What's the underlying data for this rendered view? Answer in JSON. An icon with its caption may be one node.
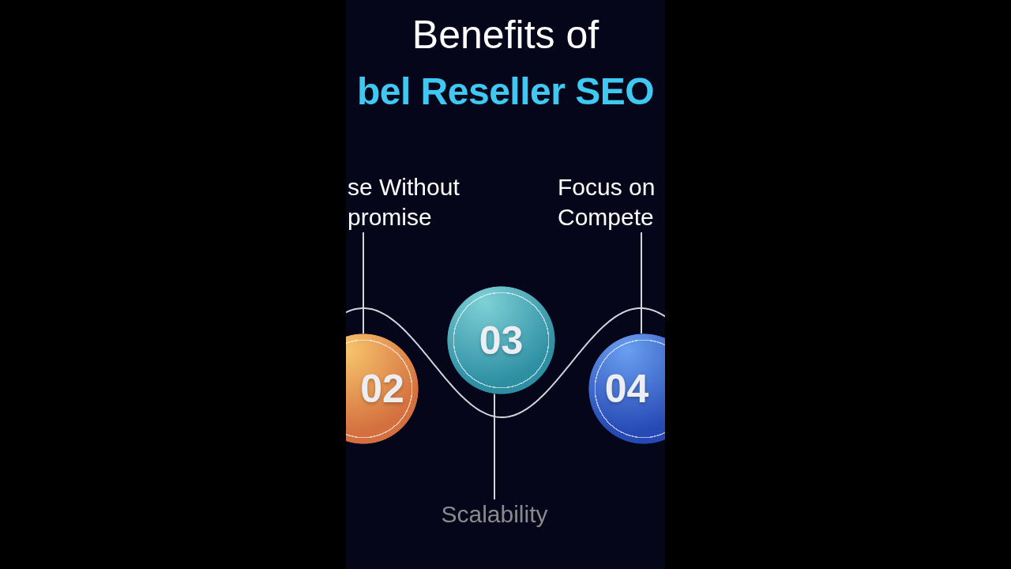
{
  "diagram": {
    "title": "Benefits of",
    "nodes": [
      {
        "text": [
          "se Without promise"
        ]
      },
      {
        "text": [
          "Focus on Compete"
        ]
      },
      {
        "text": [
          "02"
        ]
      },
      {
        "text": [
          "03"
        ]
      },
      {
        "text": [
          "04"
        ]
      },
      {
        "text": [
          "Scalability"
        ]
      }
    ],
    "edges": [
      {
        "from": 0,
        "to": 2,
        "arrow": "none"
      },
      {
        "from": 1,
        "to": 4,
        "arrow": "none"
      },
      {
        "from": 5,
        "to": 3,
        "arrow": "none"
      }
    ],
    "labels": [
      "bel Reseller SEO"
    ]
  }
}
